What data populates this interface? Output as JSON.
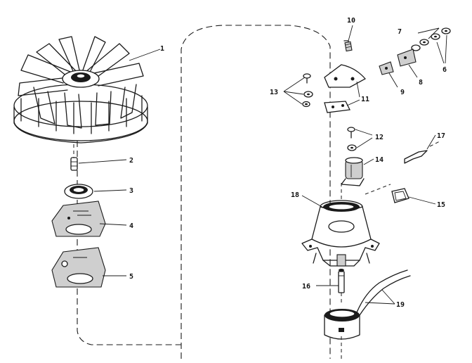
{
  "callouts": {
    "c1": "1",
    "c2": "2",
    "c3": "3",
    "c4": "4",
    "c5": "5",
    "c6": "6",
    "c7": "7",
    "c8": "8",
    "c9": "9",
    "c10": "10",
    "c11": "11",
    "c12": "12",
    "c13": "13",
    "c14": "14",
    "c15": "15",
    "c16": "16",
    "c17": "17",
    "c18": "18",
    "c19": "19"
  },
  "colors": {
    "ink": "#1a1a1a",
    "paper": "#ffffff",
    "shade": "#cfcfcf"
  }
}
